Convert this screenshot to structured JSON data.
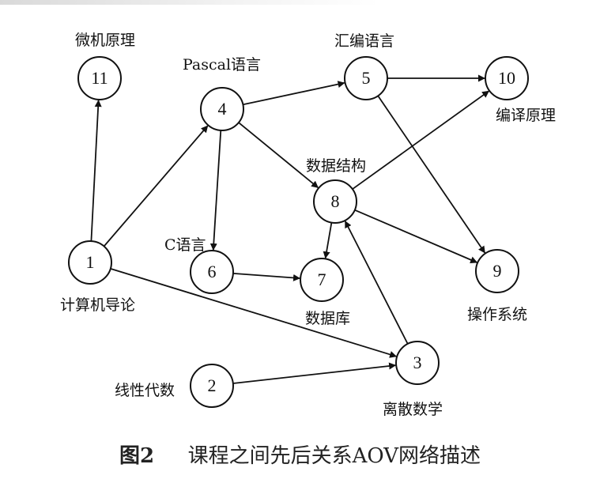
{
  "diagram": {
    "nodes": [
      {
        "id": "1",
        "num": "1",
        "label": "计算机导论"
      },
      {
        "id": "2",
        "num": "2",
        "label": "线性代数"
      },
      {
        "id": "3",
        "num": "3",
        "label": "离散数学"
      },
      {
        "id": "4",
        "num": "4",
        "label": "Pascal语言"
      },
      {
        "id": "5",
        "num": "5",
        "label": "汇编语言"
      },
      {
        "id": "6",
        "num": "6",
        "label": "C语言"
      },
      {
        "id": "7",
        "num": "7",
        "label": "数据库"
      },
      {
        "id": "8",
        "num": "8",
        "label": "数据结构"
      },
      {
        "id": "9",
        "num": "9",
        "label": "操作系统"
      },
      {
        "id": "10",
        "num": "10",
        "label": "编译原理"
      },
      {
        "id": "11",
        "num": "11",
        "label": "微机原理"
      }
    ],
    "edges": [
      {
        "from": "1",
        "to": "11"
      },
      {
        "from": "1",
        "to": "4"
      },
      {
        "from": "1",
        "to": "3"
      },
      {
        "from": "2",
        "to": "3"
      },
      {
        "from": "4",
        "to": "5"
      },
      {
        "from": "4",
        "to": "6"
      },
      {
        "from": "4",
        "to": "8"
      },
      {
        "from": "5",
        "to": "10"
      },
      {
        "from": "5",
        "to": "9"
      },
      {
        "from": "6",
        "to": "7"
      },
      {
        "from": "8",
        "to": "7"
      },
      {
        "from": "8",
        "to": "9"
      },
      {
        "from": "8",
        "to": "10"
      },
      {
        "from": "3",
        "to": "8"
      }
    ]
  },
  "caption": {
    "figure_number": "图2",
    "title": "课程之间先后关系AOV网络描述"
  }
}
